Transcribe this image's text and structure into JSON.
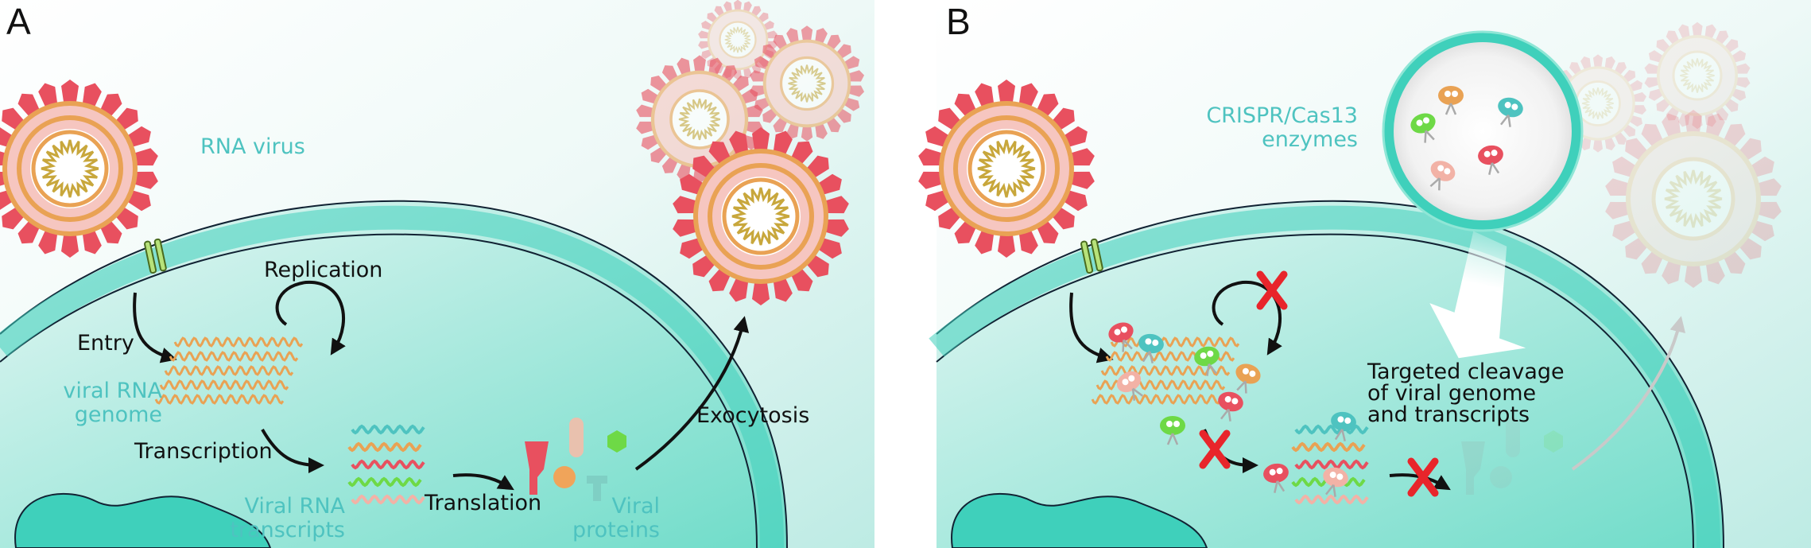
{
  "panels": {
    "a": {
      "letter": "A",
      "rna_virus": "RNA virus",
      "replication": "Replication",
      "entry": "Entry",
      "viral_rna_genome_line1": "viral RNA",
      "viral_rna_genome_line2": "genome",
      "transcription": "Transcription",
      "viral_rna_transcripts_line1": "Viral RNA",
      "viral_rna_transcripts_line2": "transcripts",
      "translation": "Translation",
      "viral_proteins_line1": "Viral",
      "viral_proteins_line2": "proteins",
      "exocytosis": "Exocytosis"
    },
    "b": {
      "letter": "B",
      "crispr_line1": "CRISPR/Cas13",
      "crispr_line2": "enzymes",
      "cleavage_line1": "Targeted cleavage",
      "cleavage_line2": "of viral genome",
      "cleavage_line3": "and transcripts"
    }
  },
  "colors": {
    "spike": "#e8505f",
    "membrane_orange": "#e9a254",
    "membrane_pink": "#f6c6c0",
    "rna_gold": "#c8a73c",
    "cell_membrane": "#3fd0bb",
    "label_teal": "#4ec3c0",
    "cleave_x": "#e8252b",
    "cas_green": "#6ed946"
  }
}
